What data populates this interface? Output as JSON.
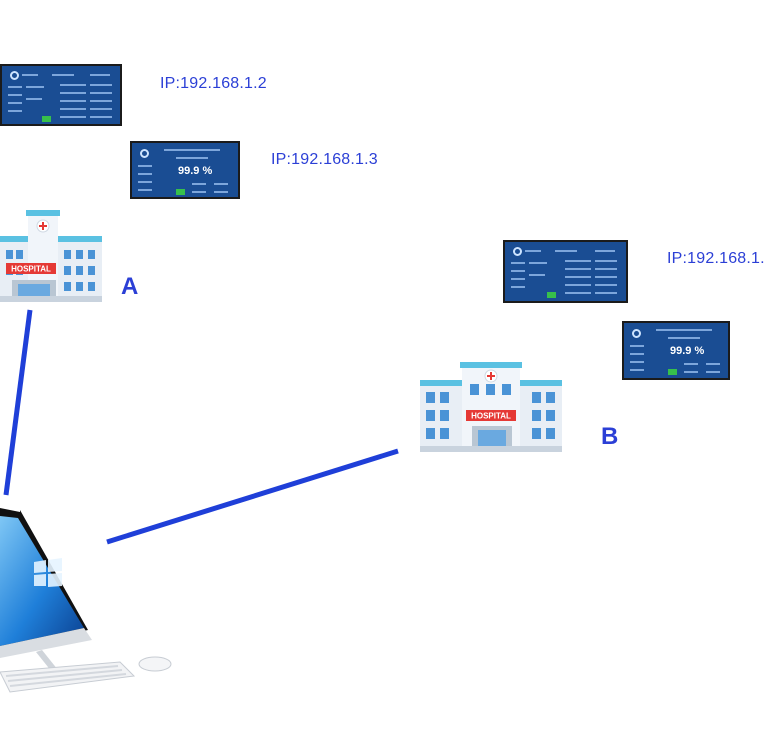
{
  "sites": {
    "a": {
      "letter": "A",
      "ip_primary": "IP:192.168.1.2",
      "ip_secondary": "IP:192.168.1.3",
      "hospital_sign": "HOSPITAL"
    },
    "b": {
      "letter": "B",
      "ip_primary": "IP:192.168.1.",
      "hospital_sign": "HOSPITAL"
    }
  },
  "screens": {
    "big_reading": "99.9 %"
  },
  "colors": {
    "label": "#2b3fd6",
    "link": "#1f3fd8",
    "screen_bg": "#1a4d93"
  },
  "icons": [
    "hospital-icon",
    "display-screen-icon",
    "computer-icon",
    "keyboard-icon",
    "mouse-icon"
  ]
}
